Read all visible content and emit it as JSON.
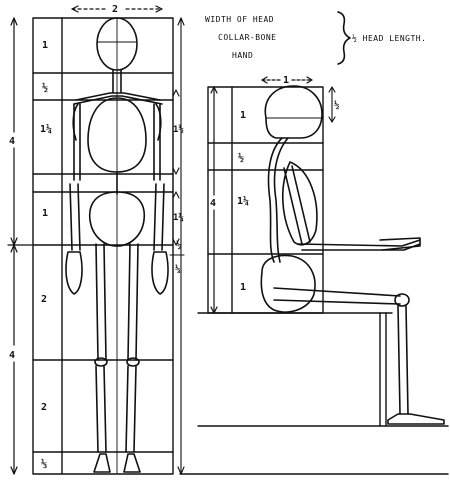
{
  "notes": {
    "width_of_head": "WIDTH OF HEAD",
    "collar_bone": "COLLAR-BONE",
    "hand": "HAND",
    "head_length": "½ HEAD LENGTH."
  },
  "standing": {
    "top_width": "2",
    "total_upper": "4",
    "total_lower": "4",
    "segments": [
      "1",
      "½",
      "1¼",
      "1",
      "2",
      "2",
      "⅓"
    ],
    "side_marks": [
      "1½",
      "1¼",
      "½",
      "⅓"
    ]
  },
  "seated": {
    "top_width": "1",
    "total": "4",
    "segments": [
      "1",
      "½",
      "1¼",
      "1"
    ],
    "side_mark": "½"
  },
  "colors": {
    "ink": "#111111",
    "paper": "#ffffff"
  }
}
